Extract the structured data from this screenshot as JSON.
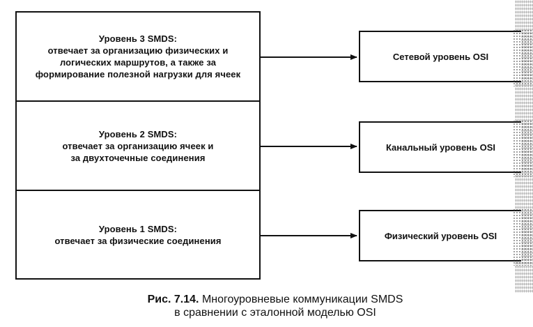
{
  "smds_layers": [
    {
      "title": "Уровень 3 SMDS:",
      "lines": [
        "отвечает за организацию физических и",
        "логических маршрутов, а также за",
        "формирование полезной нагрузки для ячеек"
      ]
    },
    {
      "title": "Уровень 2 SMDS:",
      "lines": [
        "отвечает за организацию ячеек и",
        "за двухточечные соединения"
      ]
    },
    {
      "title": "Уровень 1 SMDS:",
      "lines": [
        "отвечает за физические соединения"
      ]
    }
  ],
  "osi_layers": [
    "Сетевой уровень OSI",
    "Канальный уровень OSI",
    "Физический уровень OSI"
  ],
  "caption": {
    "label": "Рис. 7.14.",
    "line1": "Многоуровневые коммуникации SMDS",
    "line2": "в сравнении с эталонной моделью OSI"
  }
}
